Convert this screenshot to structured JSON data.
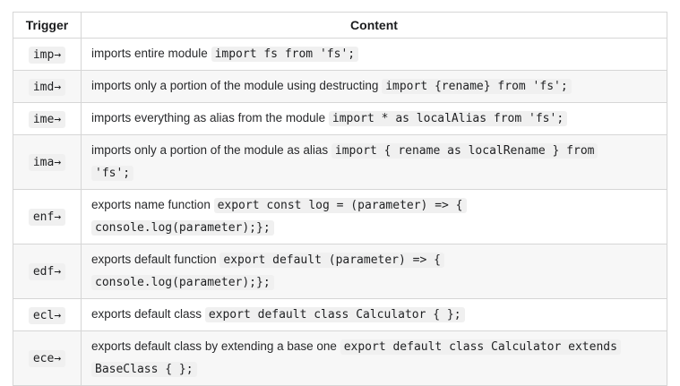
{
  "colors": {
    "border": "#d6d6d6",
    "row_stripe": "#f7f7f7",
    "code_bg": "#f0f0f0",
    "text": "#28292b"
  },
  "table": {
    "headers": [
      "Trigger",
      "Content"
    ],
    "rows": [
      {
        "trigger": "imp→",
        "lines": [
          [
            {
              "type": "text",
              "value": "imports entire module "
            },
            {
              "type": "code",
              "value": "import fs from 'fs';"
            }
          ]
        ]
      },
      {
        "trigger": "imd→",
        "lines": [
          [
            {
              "type": "text",
              "value": "imports only a portion of the module using destructing "
            },
            {
              "type": "code",
              "value": "import {rename} from 'fs';"
            }
          ]
        ]
      },
      {
        "trigger": "ime→",
        "lines": [
          [
            {
              "type": "text",
              "value": "imports everything as alias from the module "
            },
            {
              "type": "code",
              "value": "import * as localAlias from 'fs';"
            }
          ]
        ]
      },
      {
        "trigger": "ima→",
        "lines": [
          [
            {
              "type": "text",
              "value": "imports only a portion of the module as alias "
            },
            {
              "type": "code",
              "value": "import { rename as localRename } from"
            }
          ],
          [
            {
              "type": "code",
              "value": "'fs';"
            }
          ]
        ]
      },
      {
        "trigger": "enf→",
        "lines": [
          [
            {
              "type": "text",
              "value": "exports name function "
            },
            {
              "type": "code",
              "value": "export const log = (parameter) => {"
            }
          ],
          [
            {
              "type": "code",
              "value": "console.log(parameter);};"
            }
          ]
        ]
      },
      {
        "trigger": "edf→",
        "lines": [
          [
            {
              "type": "text",
              "value": "exports default function "
            },
            {
              "type": "code",
              "value": "export default (parameter) => {"
            }
          ],
          [
            {
              "type": "code",
              "value": "console.log(parameter);};"
            }
          ]
        ]
      },
      {
        "trigger": "ecl→",
        "lines": [
          [
            {
              "type": "text",
              "value": "exports default class "
            },
            {
              "type": "code",
              "value": "export default class Calculator { };"
            }
          ]
        ]
      },
      {
        "trigger": "ece→",
        "lines": [
          [
            {
              "type": "text",
              "value": "exports default class by extending a base one "
            },
            {
              "type": "code",
              "value": "export default class Calculator extends"
            }
          ],
          [
            {
              "type": "code",
              "value": "BaseClass { };"
            }
          ]
        ]
      }
    ]
  }
}
